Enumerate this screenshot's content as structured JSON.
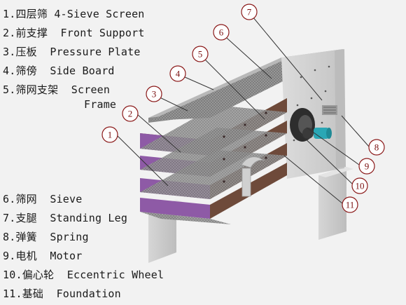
{
  "legend_top": [
    {
      "num": "1.",
      "cn": "四层筛",
      "en": "4-Sieve Screen"
    },
    {
      "num": "2.",
      "cn": "前支撑",
      "en": "Front Support"
    },
    {
      "num": "3.",
      "cn": "压板",
      "en": "Pressure Plate"
    },
    {
      "num": "4.",
      "cn": "筛傍",
      "en": "Side Board"
    },
    {
      "num": "5.",
      "cn": "筛网支架",
      "en": "Screen",
      "en_cont": "Frame"
    }
  ],
  "legend_bottom": [
    {
      "num": "6.",
      "cn": "筛网",
      "en": "Sieve"
    },
    {
      "num": "7.",
      "cn": "支腿",
      "en": "Standing Leg"
    },
    {
      "num": "8.",
      "cn": "弹簧",
      "en": "Spring"
    },
    {
      "num": "9.",
      "cn": "电机",
      "en": "Motor"
    },
    {
      "num": "10.",
      "cn": "偏心轮",
      "en": "Eccentric Wheel"
    },
    {
      "num": "11.",
      "cn": "基础",
      "en": "Foundation"
    }
  ],
  "callouts": [
    "1",
    "2",
    "3",
    "4",
    "5",
    "6",
    "7",
    "8",
    "9",
    "10",
    "11"
  ],
  "colors": {
    "callout_stroke": "#8b1a1a",
    "callout_fill": "#ffffff",
    "deck_purple": "#8e5aa6",
    "frame_brown": "#7a4a2a",
    "machine_grey": "#d9d9d9",
    "mesh_grey": "#8a8a8a",
    "motor_cyan": "#2aa7b5"
  }
}
